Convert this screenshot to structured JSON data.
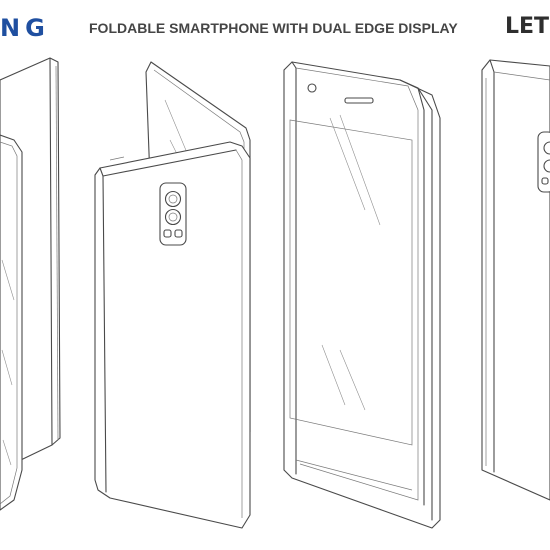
{
  "header": {
    "brand_left": "NG",
    "title": "FOLDABLE SMARTPHONE WITH DUAL EDGE DISPLAY",
    "brand_right": "LETS"
  },
  "colors": {
    "brand_blue": "#1f4fa0",
    "title_gray": "#454545",
    "line_art": "#4a4a4a"
  },
  "figures": [
    "phone-partially-folded-left",
    "phone-folded-rear-camera-view",
    "phone-folded-front-display-view",
    "phone-rear-camera-view-right"
  ]
}
